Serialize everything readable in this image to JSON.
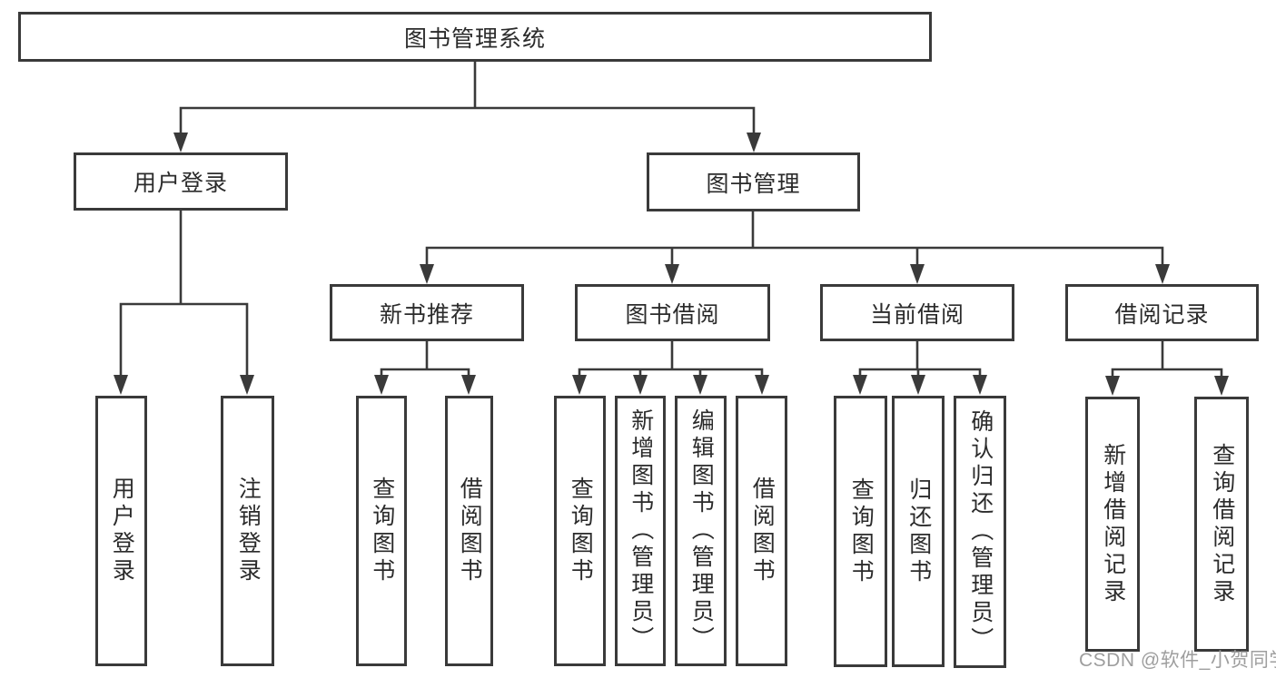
{
  "tree": {
    "label": "图书管理系统",
    "children": [
      {
        "label": "用户登录",
        "children": [
          {
            "label": "用户登录"
          },
          {
            "label": "注销登录"
          }
        ]
      },
      {
        "label": "图书管理",
        "children": [
          {
            "label": "新书推荐",
            "children": [
              {
                "label": "查询图书"
              },
              {
                "label": "借阅图书"
              }
            ]
          },
          {
            "label": "图书借阅",
            "children": [
              {
                "label": "查询图书"
              },
              {
                "label": "新增图书（管理员）"
              },
              {
                "label": "编辑图书（管理员）"
              },
              {
                "label": "借阅图书"
              }
            ]
          },
          {
            "label": "当前借阅",
            "children": [
              {
                "label": "查询图书"
              },
              {
                "label": "归还图书"
              },
              {
                "label": "确认归还（管理员）"
              }
            ]
          },
          {
            "label": "借阅记录",
            "children": [
              {
                "label": "新增借阅记录"
              },
              {
                "label": "查询借阅记录"
              }
            ]
          }
        ]
      }
    ]
  },
  "watermark": {
    "text": "CSDN @软件_小贺同学"
  },
  "colors": {
    "line": "#3a3a3a",
    "text": "#2b2b2b",
    "watermark": "#9e9e9e",
    "background": "#ffffff"
  }
}
